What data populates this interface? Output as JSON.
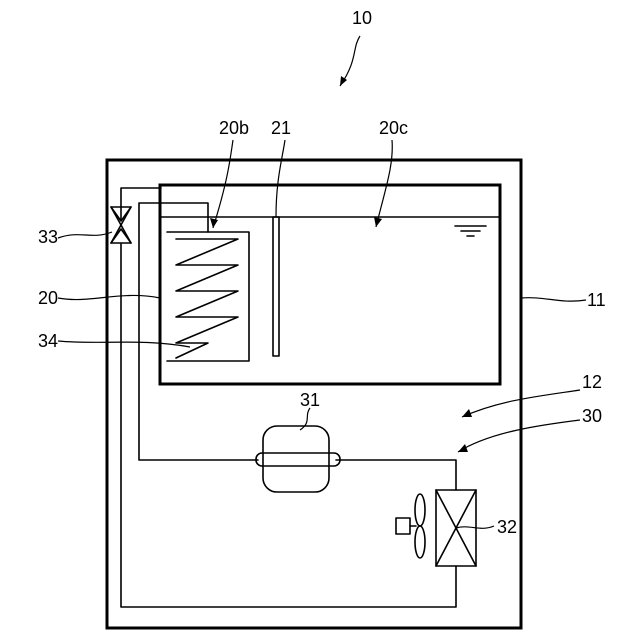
{
  "labels": {
    "system": "10",
    "cabinet": "11",
    "machine_room": "12",
    "tank": "20",
    "heat_exchange_tank": "20b",
    "water_tank": "20c",
    "partition": "21",
    "refrigeration_circuit": "30",
    "compressor": "31",
    "condenser": "32",
    "expansion_valve": "33",
    "evaporator_coil": "34"
  }
}
